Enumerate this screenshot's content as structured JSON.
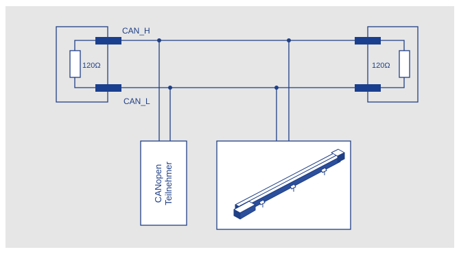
{
  "colors": {
    "background": "#e6e6e6",
    "line": "#1f3f86",
    "connector": "#1a3f8f",
    "device_fill": "#ffffff"
  },
  "labels": {
    "can_h": "CAN_H",
    "can_l": "CAN_L",
    "resistor_left": "120Ω",
    "resistor_right": "120Ω",
    "device_line1": "CANopen",
    "device_line2": "Teilnehmer"
  },
  "icons": {
    "actuator": "linear-actuator-icon"
  }
}
